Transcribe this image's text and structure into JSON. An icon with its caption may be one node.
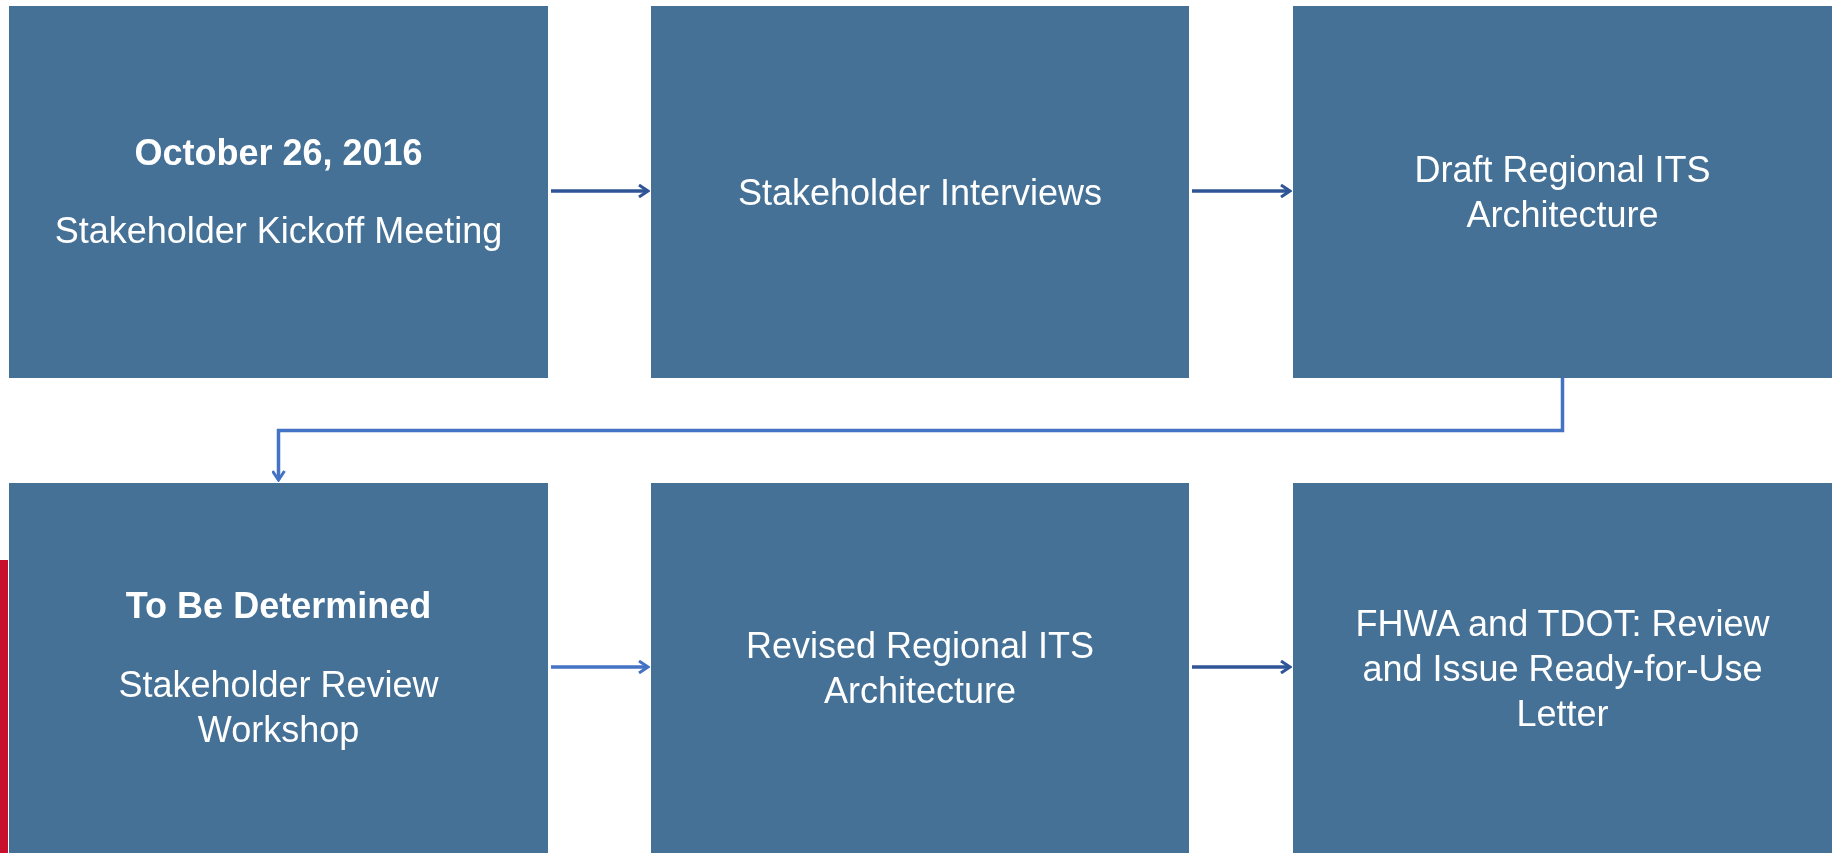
{
  "diagram": {
    "nodes": [
      {
        "text": [
          "October 26, 2016",
          "Stakeholder Kickoff Meeting"
        ]
      },
      {
        "text": [
          "Stakeholder Interviews"
        ]
      },
      {
        "text": [
          "Draft Regional ITS Architecture"
        ]
      },
      {
        "text": [
          "To Be Determined",
          "Stakeholder Review Workshop"
        ]
      },
      {
        "text": [
          "Revised Regional ITS Architecture"
        ]
      },
      {
        "text": [
          "FHWA and TDOT: Review and Issue Ready-for-Use Letter"
        ]
      }
    ],
    "edges": [
      {
        "from": 0,
        "to": 1,
        "arrow": "to"
      },
      {
        "from": 1,
        "to": 2,
        "arrow": "to"
      },
      {
        "from": 2,
        "to": 3,
        "arrow": "to",
        "color": "#4472c4"
      },
      {
        "from": 3,
        "to": 4,
        "arrow": "to",
        "color": "#4472c4"
      },
      {
        "from": 4,
        "to": 5,
        "arrow": "to"
      }
    ]
  }
}
